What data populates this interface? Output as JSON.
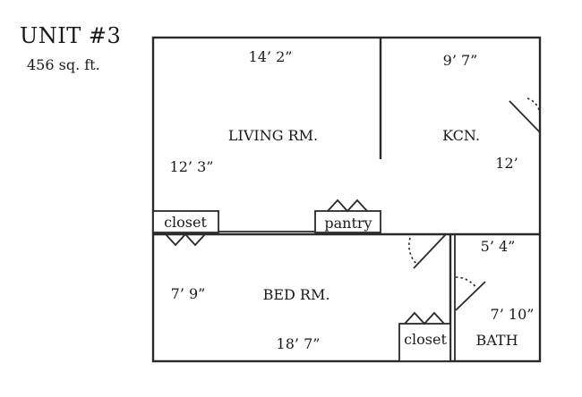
{
  "unit": {
    "title": "UNIT #3",
    "area": "456 sq. ft."
  },
  "rooms": {
    "living": {
      "name": "LIVING RM.",
      "width": "14’ 2”",
      "depth": "12’ 3”"
    },
    "kitchen": {
      "name": "KCN.",
      "width": "9’ 7”",
      "depth": "12’"
    },
    "bedroom": {
      "name": "BED RM.",
      "width": "18’ 7”",
      "depth": "7’ 9”"
    },
    "bath": {
      "name": "BATH",
      "width": "5’ 4”",
      "depth": "7’ 10”"
    }
  },
  "fixtures": {
    "living_closet": "closet",
    "pantry": "pantry",
    "bed_closet": "closet"
  }
}
